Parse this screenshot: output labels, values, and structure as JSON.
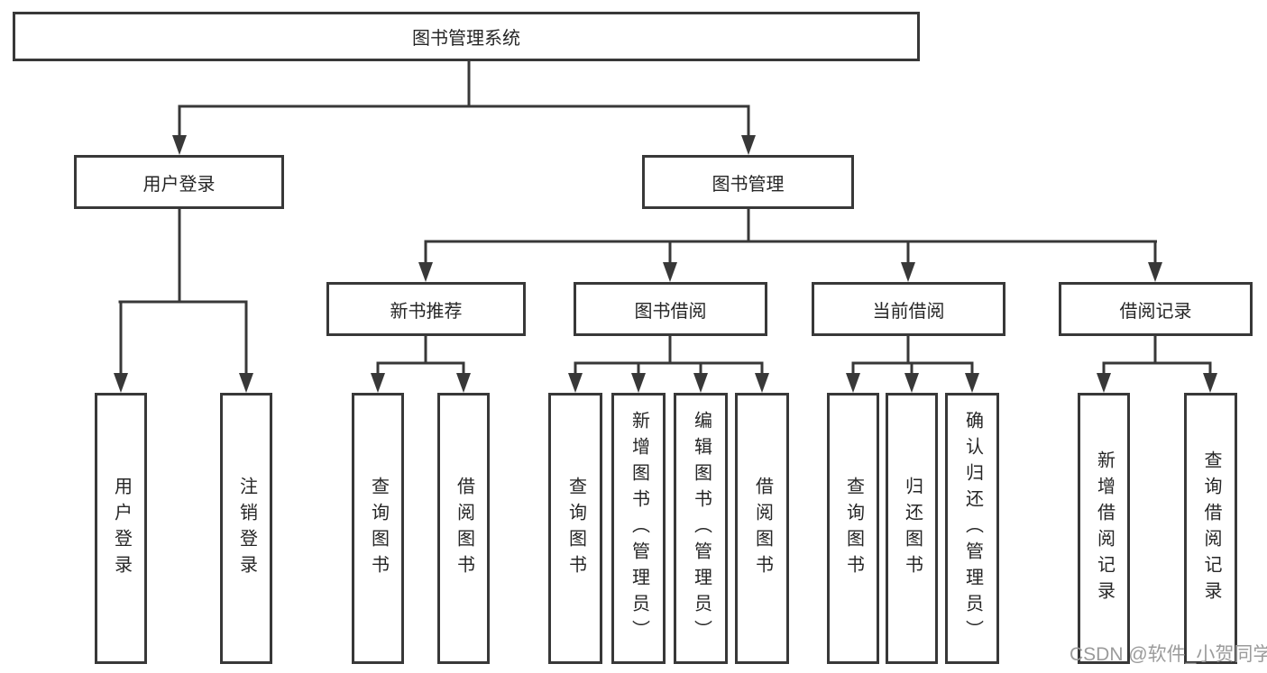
{
  "diagram": {
    "title": "图书管理系统",
    "nodes": {
      "root": "图书管理系统",
      "branches": {
        "user_login": "用户登录",
        "book_management": "图书管理"
      },
      "sections": {
        "new_books": "新书推荐",
        "book_borrow": "图书借阅",
        "current_borrow": "当前借阅",
        "borrow_records": "借阅记录"
      },
      "leaves": {
        "user_login": [
          "用户登录",
          "注销登录"
        ],
        "new_books": [
          "查询图书",
          "借阅图书"
        ],
        "book_borrow": [
          "查询图书",
          "新增图书（管理员）",
          "编辑图书（管理员）",
          "借阅图书"
        ],
        "current_borrow": [
          "查询图书",
          "归还图书",
          "确认归还（管理员）"
        ],
        "borrow_records": [
          "新增借阅记录",
          "查询借阅记录"
        ]
      }
    },
    "colors": {
      "line": "#383838",
      "text": "#262626",
      "watermark": "#9b9b9b",
      "background": "#ffffff"
    }
  },
  "watermark": {
    "text": "CSDN @软件_小贺同学"
  }
}
